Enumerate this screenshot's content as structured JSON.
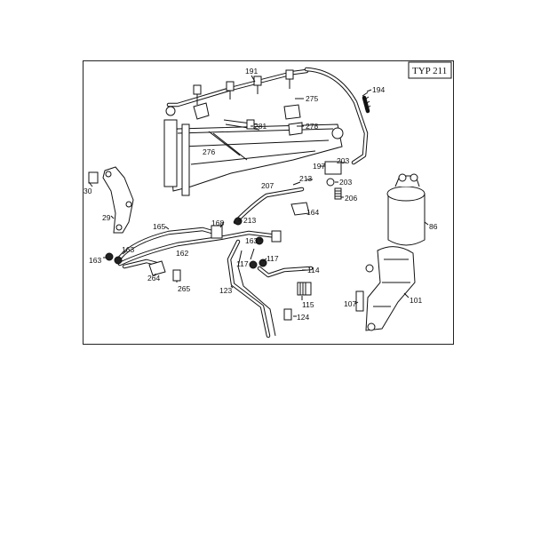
{
  "badge": {
    "text": "TYP 211"
  },
  "callouts": {
    "c191": "191",
    "c194": "194",
    "c275": "275",
    "c281": "281",
    "c278": "278",
    "c276": "276",
    "c197": "197",
    "c203a": "203",
    "c203b": "203",
    "c206": "206",
    "c207": "207",
    "c213a": "213",
    "c164": "164",
    "c30": "30",
    "c29": "29",
    "c86": "86",
    "c165": "165",
    "c168": "168",
    "c213b": "213",
    "c163a": "163",
    "c163b": "163",
    "c163c": "163",
    "c162": "162",
    "c117a": "117",
    "c117b": "117",
    "c114": "114",
    "c264": "264",
    "c265": "265",
    "c123": "123",
    "c115": "115",
    "c107": "107",
    "c101": "101",
    "c124": "124"
  }
}
